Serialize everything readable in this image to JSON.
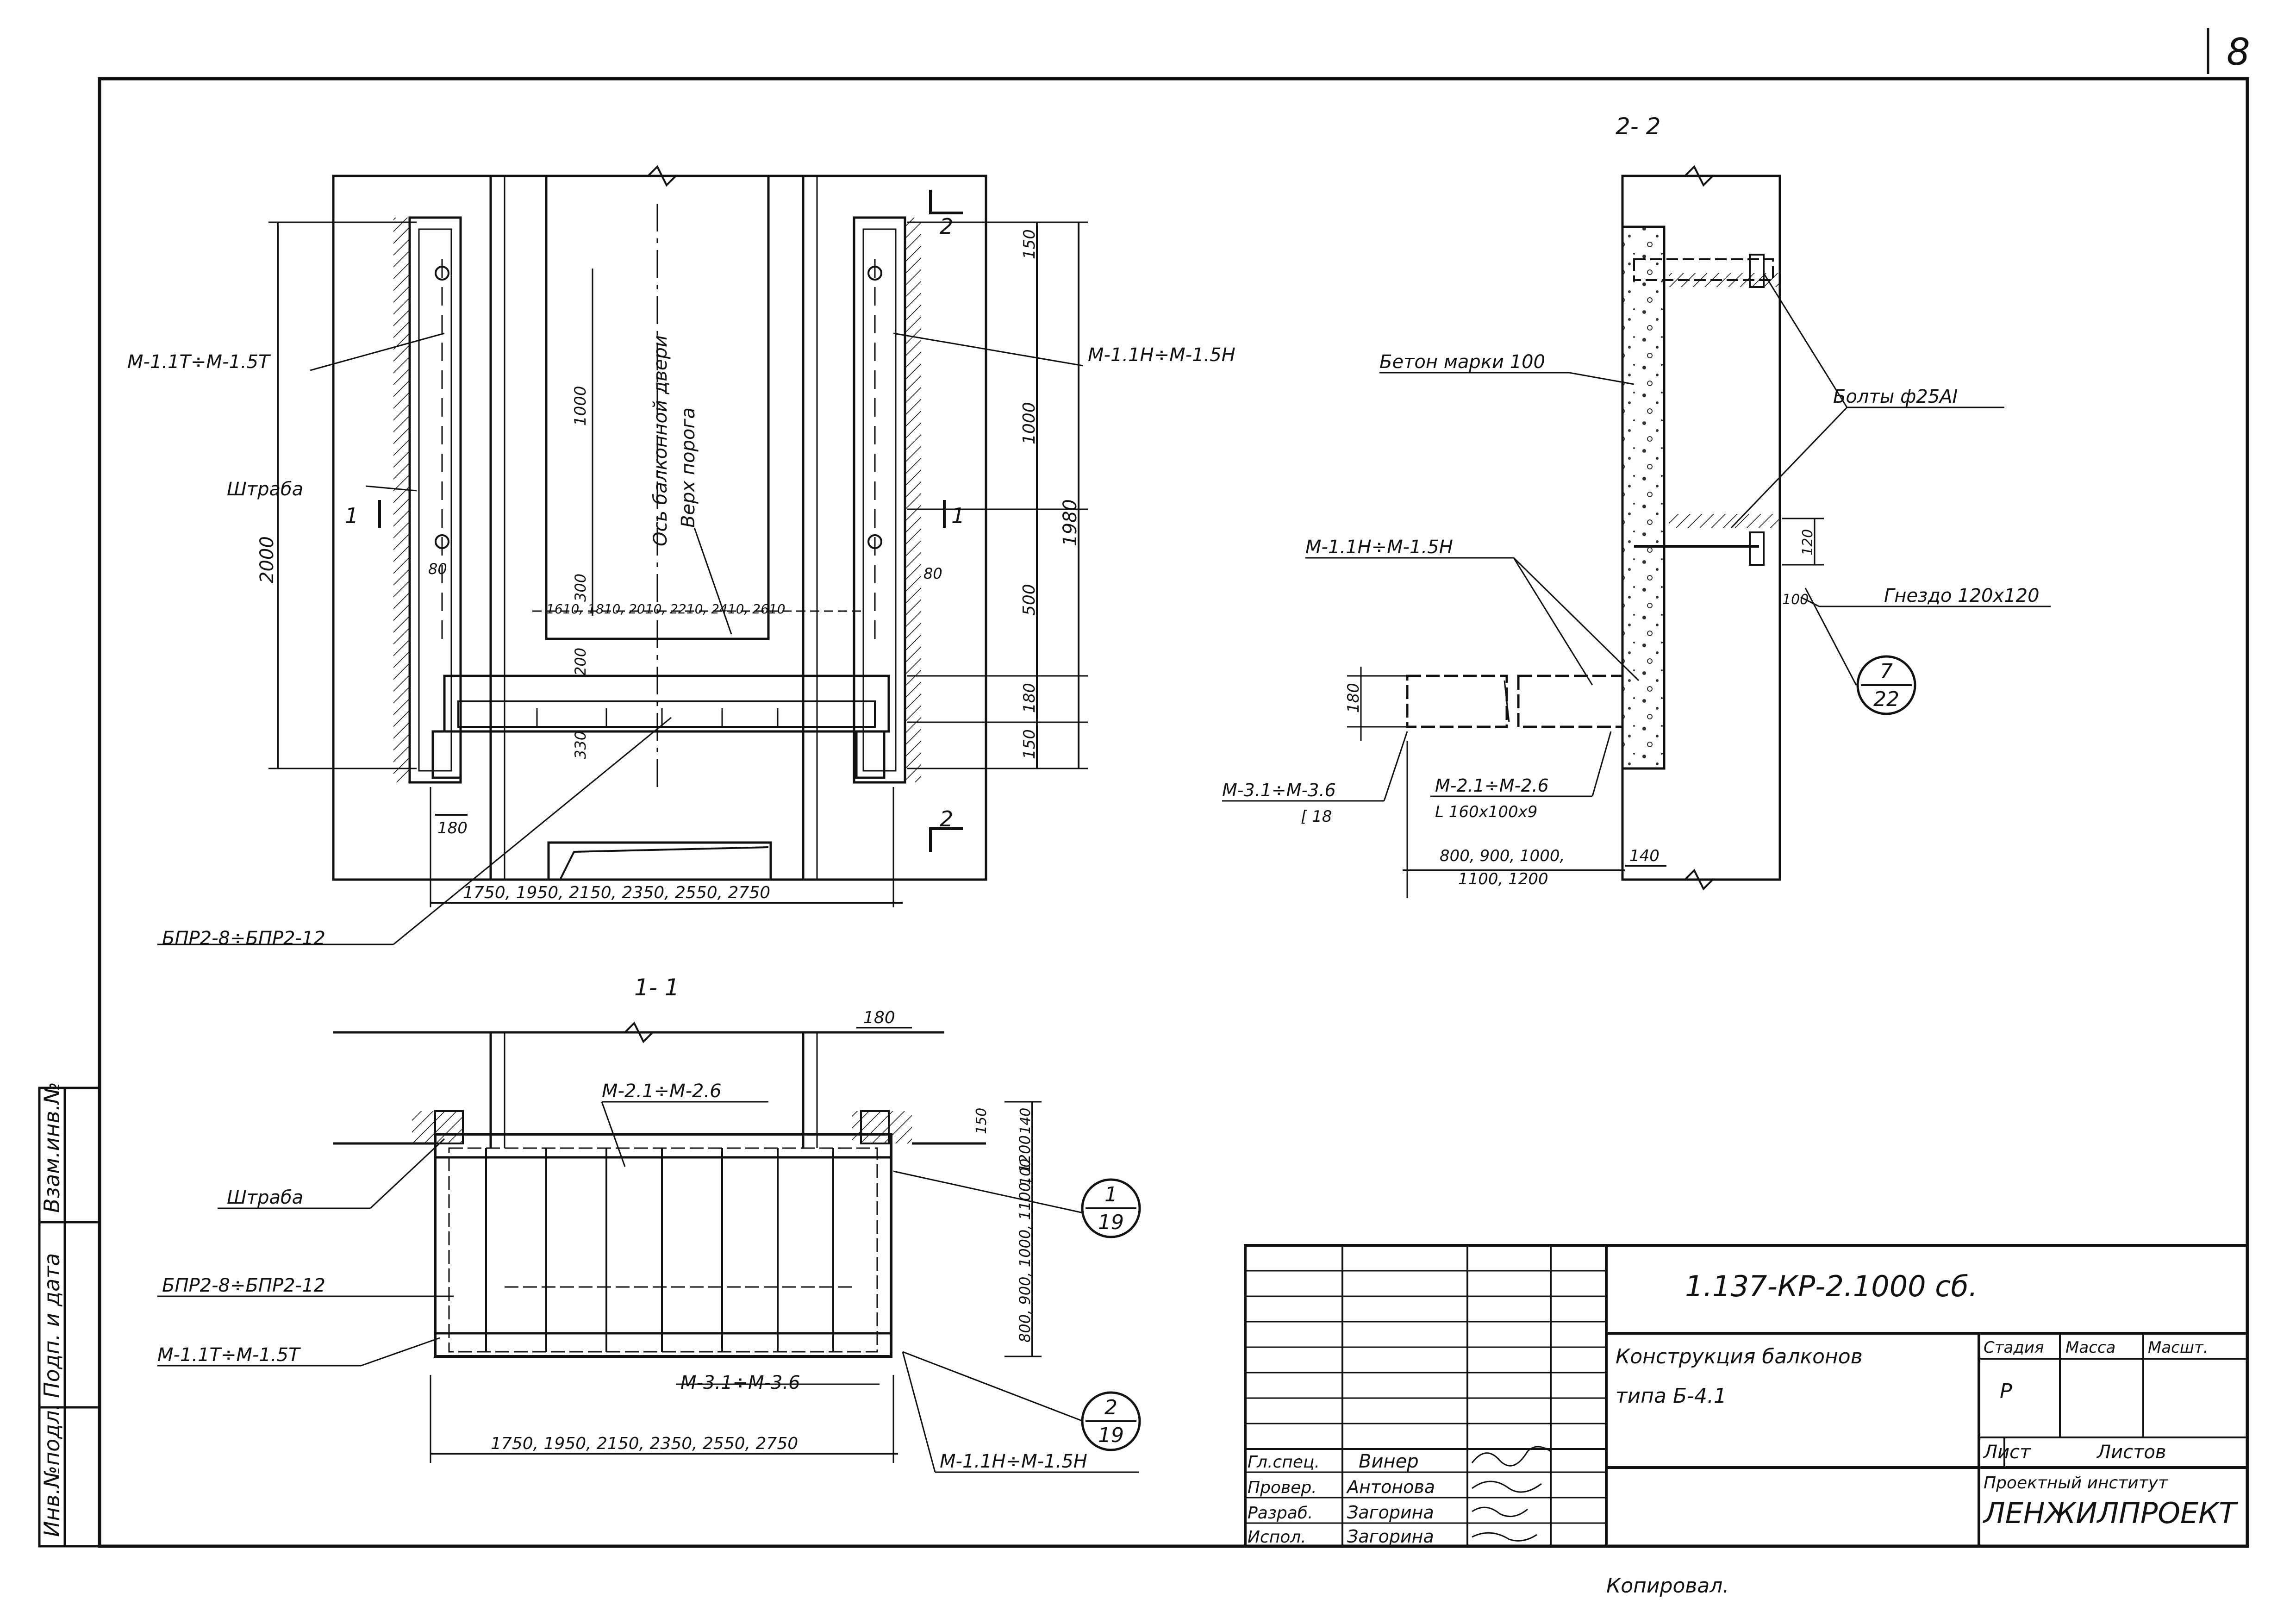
{
  "sheet": {
    "page_number": "8",
    "copied_by_note": "Копировал."
  },
  "side_stamp": {
    "col1": "Инв.№подл.",
    "col2": "Подп. и дата",
    "col3": "Взам.инв.№"
  },
  "view_2_2": {
    "title": "2- 2",
    "concrete": "Бетон марки 100",
    "bolts": "Болты ф25АI",
    "m1": "М-1.1Н÷М-1.5Н",
    "nest": "Гнездо 120х120",
    "ref_num": "7",
    "ref_den": "22",
    "m3": "М-3.1÷М-3.6",
    "m3_profile": "[ 18",
    "m2": "М-2.1÷М-2.6",
    "m2_profile": "L 160х100х9",
    "lengths_1": "800, 900, 1000,",
    "lengths_2": "1100, 1200",
    "d180": "180",
    "d140": "140",
    "d120": "120",
    "d100": "100"
  },
  "plan_view": {
    "m_left": "М-1.1Т÷М-1.5Т",
    "m_right": "М-1.1Н÷М-1.5Н",
    "shtraba": "Штраба",
    "axis_door": "Ось балконной двери",
    "threshold": "Верх порога",
    "section_1": "1",
    "section_2": "2",
    "bpr": "БПР2-8÷БПР2-12",
    "widths": "1750, 1950, 2150, 2350, 2550, 2750",
    "door_widths": "1610, 1810, 2010, 2210, 2410, 2610",
    "d2000": "2000",
    "d1980": "1980",
    "d150a": "150",
    "d1000": "1000",
    "d500": "500",
    "d180": "180",
    "d150b": "150",
    "d1000_in": "1000",
    "d300": "300",
    "d200": "200",
    "d330": "330",
    "d80a": "80",
    "d80b": "80",
    "d180_bottom": "180"
  },
  "view_1_1": {
    "title": "1- 1",
    "m2": "М-2.1÷М-2.6",
    "shtraba": "Штраба",
    "bpr": "БПР2-8÷БПР2-12",
    "m1t": "М-1.1Т÷М-1.5Т",
    "m3": "М-3.1÷М-3.6",
    "m1h": "М-1.1Н÷М-1.5Н",
    "widths": "1750, 1950, 2150, 2350, 2550, 2750",
    "depths": "800, 900, 1000, 1100, 1200",
    "ref1_num": "1",
    "ref1_den": "19",
    "ref2_num": "2",
    "ref2_den": "19",
    "d180": "180",
    "d150": "150",
    "d140": "140",
    "d100": "100"
  },
  "title_block": {
    "doc_code": "1.137-КР-2.1000 сб.",
    "title_line1": "Конструкция балконов",
    "title_line2": "типа Б-4.1",
    "col_stage": "Стадия",
    "col_mass": "Масса",
    "col_scale": "Масшт.",
    "stage_value": "Р",
    "sheet_label": "Лист",
    "sheets_label": "Листов",
    "org_line1": "Проектный институт",
    "org_line2": "ЛЕНЖИЛПРОЕКТ",
    "roles": [
      {
        "role": "Гл.спец.",
        "name": "Винер"
      },
      {
        "role": "Провер.",
        "name": "Антонова"
      },
      {
        "role": "Разраб.",
        "name": "Загорина"
      },
      {
        "role": "Испол.",
        "name": "Загорина"
      }
    ]
  }
}
